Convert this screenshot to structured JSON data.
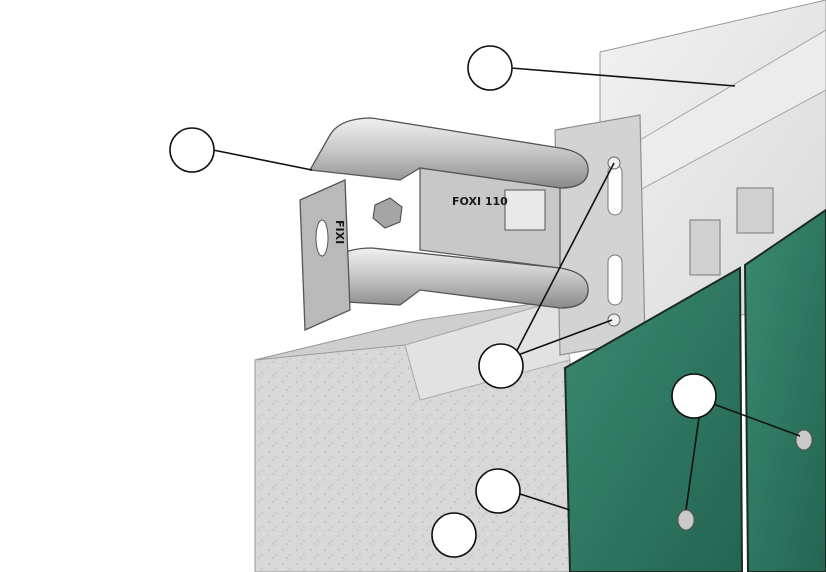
{
  "bracket": {
    "side_text": "FIXI",
    "front_text": "FOXI 110"
  },
  "colors": {
    "panel_green": "#2f7a63",
    "insulation": "#d6d6d6",
    "metal": "#bdbdbd",
    "wall": "#e6e6e6"
  },
  "callouts": [
    {
      "id": 1
    },
    {
      "id": 2
    },
    {
      "id": 3
    },
    {
      "id": 4
    },
    {
      "id": 5
    },
    {
      "id": 6
    }
  ]
}
